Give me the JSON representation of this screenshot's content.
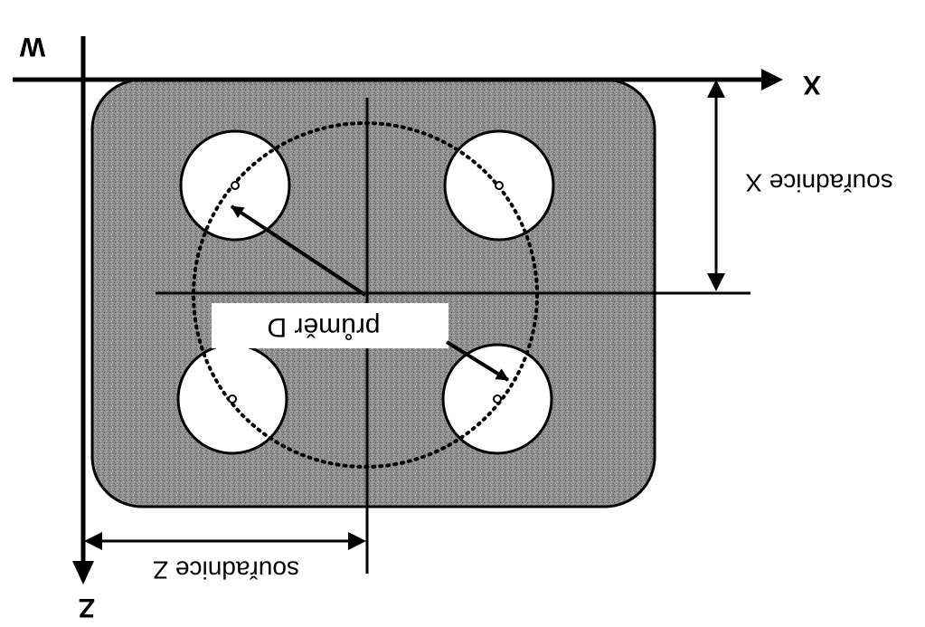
{
  "diagram": {
    "labels": {
      "axis_x": "X",
      "axis_w": "W",
      "axis_z": "Z",
      "coord_x": "souřadnice X",
      "coord_z": "souřadnice Z",
      "diameter": "průměr D"
    },
    "colors": {
      "plate_fill": "#8f8f8f",
      "hole_fill": "#ffffff",
      "line": "#000000",
      "label_box": "#ffffff"
    },
    "hole_count": 4,
    "orientation": "rotated 180 degrees"
  }
}
